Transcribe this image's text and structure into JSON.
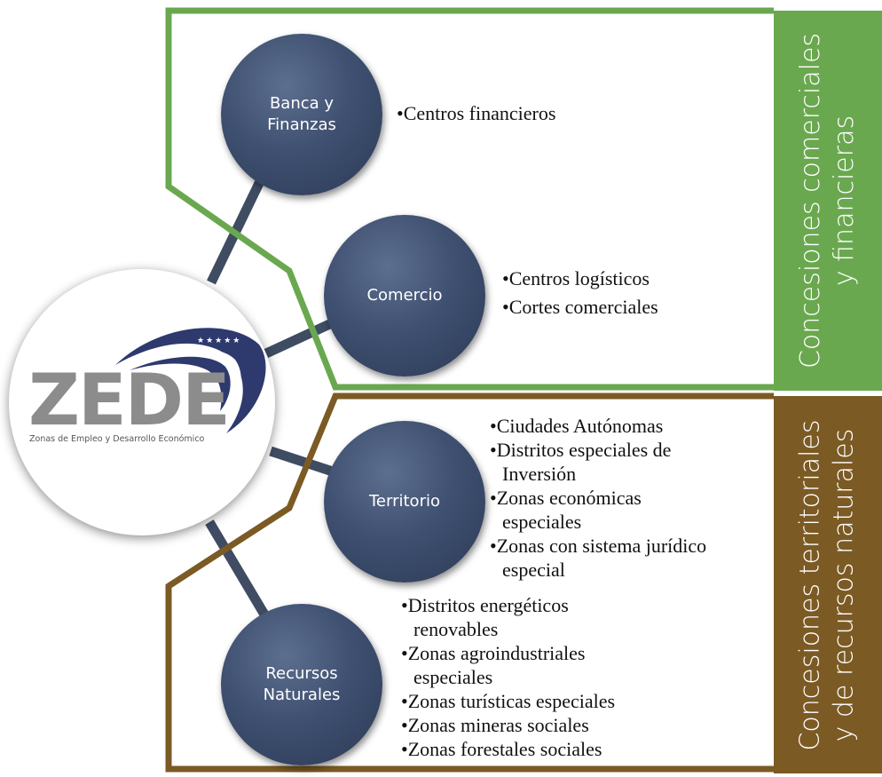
{
  "logo": {
    "wordmark": "ZEDE",
    "subtitle": "Zonas de Empleo y Desarrollo Económico",
    "stars": "★★★★★"
  },
  "colors": {
    "green": "#6aa84f",
    "brown": "#7b5a24",
    "node": "#3f5071",
    "connector": "#3f4c62",
    "logo_swoosh": "#2e3a6e"
  },
  "nodes": [
    {
      "label": "Banca y\nFinanzas",
      "bullets": [
        "Centros financieros"
      ]
    },
    {
      "label": "Comercio",
      "bullets": [
        "Centros logísticos",
        "Cortes comerciales"
      ]
    },
    {
      "label": "Territorio",
      "bullets": [
        "Ciudades Autónomas",
        "Distritos especiales de Inversión",
        "Zonas económicas especiales",
        "Zonas con sistema jurídico especial"
      ]
    },
    {
      "label": "Recursos\nNaturales",
      "bullets": [
        "Distritos energéticos renovables",
        "Zonas agroindustriales especiales",
        "Zonas turísticas especiales",
        "Zonas mineras sociales",
        "Zonas forestales sociales"
      ]
    }
  ],
  "groups": [
    {
      "line1": "Concesiones comerciales",
      "line2": "y financieras"
    },
    {
      "line1": "Concesiones territoriales",
      "line2": "y de recursos naturales"
    }
  ]
}
